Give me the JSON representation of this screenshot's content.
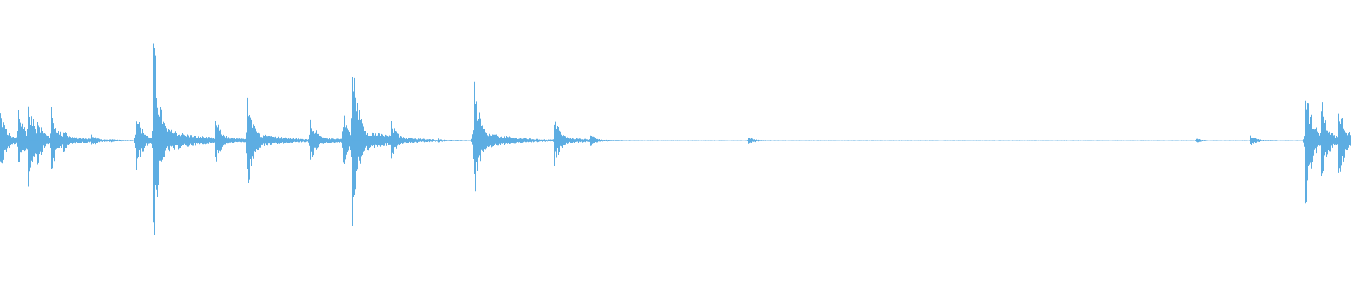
{
  "waveform": {
    "color": "#5DADE2",
    "background": "#ffffff",
    "time_domain": [
      0,
      1920
    ],
    "amplitude_range": [
      -1,
      1
    ],
    "bursts": [
      {
        "t": 0,
        "amp": 0.3
      },
      {
        "t": 25,
        "amp": 0.36
      },
      {
        "t": 40,
        "amp": 0.42
      },
      {
        "t": 52,
        "amp": 0.27
      },
      {
        "t": 72,
        "amp": 0.34
      },
      {
        "t": 90,
        "amp": 0.12
      },
      {
        "t": 130,
        "amp": 0.06
      },
      {
        "t": 155,
        "amp": 0.02
      },
      {
        "t": 193,
        "amp": 0.3
      },
      {
        "t": 218,
        "amp": 0.96
      },
      {
        "t": 244,
        "amp": 0.04
      },
      {
        "t": 306,
        "amp": 0.22
      },
      {
        "t": 351,
        "amp": 0.53
      },
      {
        "t": 400,
        "amp": 0.03
      },
      {
        "t": 440,
        "amp": 0.25
      },
      {
        "t": 487,
        "amp": 0.29
      },
      {
        "t": 500,
        "amp": 0.86
      },
      {
        "t": 555,
        "amp": 0.2
      },
      {
        "t": 622,
        "amp": 0.02
      },
      {
        "t": 673,
        "amp": 0.6
      },
      {
        "t": 700,
        "amp": 0.05
      },
      {
        "t": 788,
        "amp": 0.23
      },
      {
        "t": 838,
        "amp": 0.06
      },
      {
        "t": 1063,
        "amp": 0.04
      },
      {
        "t": 1700,
        "amp": 0.02
      },
      {
        "t": 1777,
        "amp": 0.05
      },
      {
        "t": 1855,
        "amp": 0.62
      },
      {
        "t": 1878,
        "amp": 0.4
      },
      {
        "t": 1902,
        "amp": 0.42
      }
    ]
  }
}
